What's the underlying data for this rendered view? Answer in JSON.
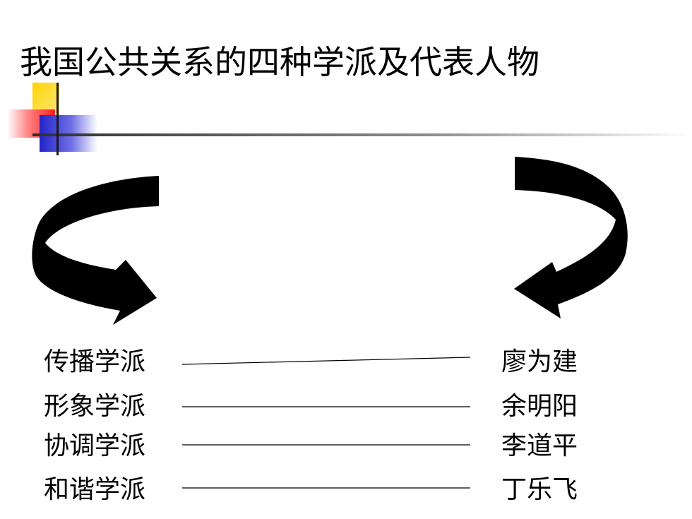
{
  "slide": {
    "title": "我国公共关系的四种学派及代表人物"
  },
  "pairs": [
    {
      "school": "传播学派",
      "person": "廖为建"
    },
    {
      "school": "形象学派",
      "person": "余明阳"
    },
    {
      "school": "协调学派",
      "person": "李道平"
    },
    {
      "school": "和谐学派",
      "person": "丁乐飞"
    }
  ],
  "colors": {
    "accent_yellow": "#ffd200",
    "accent_red": "#ff2a2a",
    "accent_blue": "#2a2acc",
    "rule_gray": "#555555",
    "arrow": "#000000"
  }
}
